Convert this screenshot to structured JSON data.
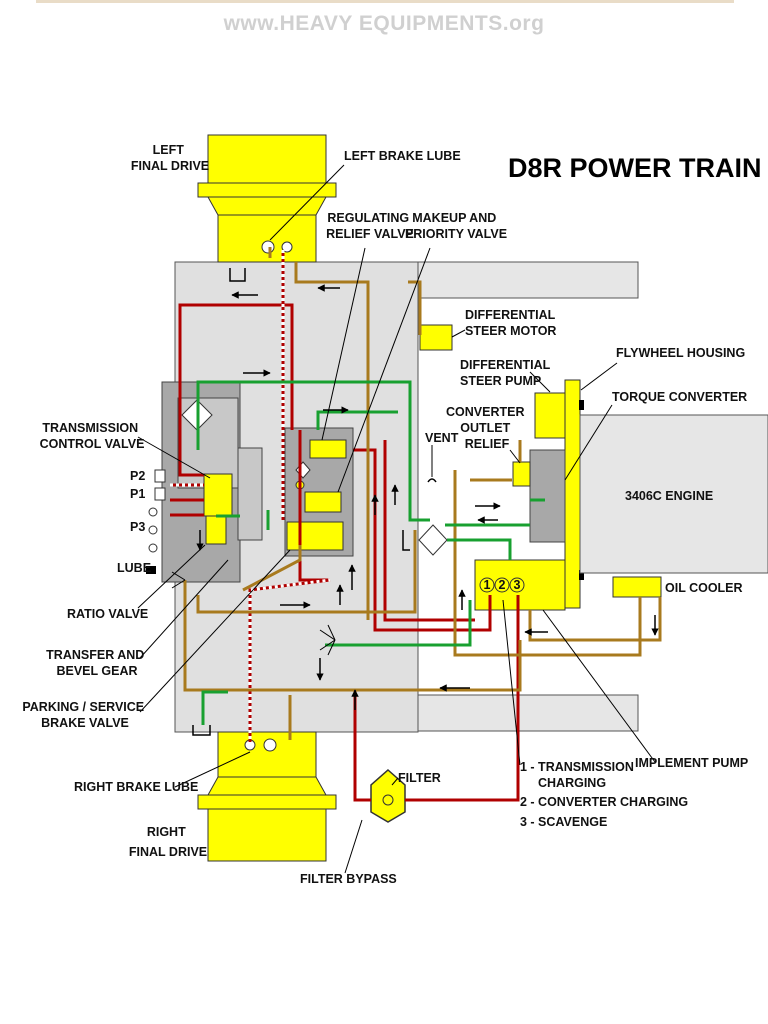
{
  "watermark": "www.HEAVY EQUIPMENTS.org",
  "title": "D8R POWER TRAIN",
  "labels": {
    "left_final_drive": [
      "LEFT",
      "FINAL DRIVE"
    ],
    "left_brake_lube": "LEFT BRAKE LUBE",
    "regulating_relief_valve": [
      "REGULATING",
      "RELIEF VALVE"
    ],
    "makeup_priority_valve": [
      "MAKEUP AND",
      "PRIORITY VALVE"
    ],
    "differential_steer_motor": [
      "DIFFERENTIAL",
      "STEER MOTOR"
    ],
    "differential_steer_pump": [
      "DIFFERENTIAL",
      "STEER PUMP"
    ],
    "flywheel_housing": "FLYWHEEL HOUSING",
    "torque_converter": "TORQUE CONVERTER",
    "converter_outlet_relief": [
      "CONVERTER",
      "OUTLET",
      "RELIEF"
    ],
    "vent": "VENT",
    "engine": "3406C ENGINE",
    "oil_cooler": "OIL COOLER",
    "transmission_control_valve": [
      "TRANSMISSION",
      "CONTROL VALVE"
    ],
    "p2": "P2",
    "p1": "P1",
    "p3": "P3",
    "lube": "LUBE",
    "ratio_valve": "RATIO VALVE",
    "transfer_bevel_gear": [
      "TRANSFER AND",
      "BEVEL GEAR"
    ],
    "parking_service_brake_valve": [
      "PARKING / SERVICE",
      "BRAKE VALVE"
    ],
    "right_brake_lube": "RIGHT BRAKE LUBE",
    "filter": "FILTER",
    "right_final_drive": [
      "RIGHT",
      "FINAL DRIVE"
    ],
    "filter_bypass": "FILTER BYPASS",
    "implement_pump": "IMPLEMENT PUMP",
    "pump_legend": [
      "1 - TRANSMISSION",
      "CHARGING",
      "2 - CONVERTER CHARGING",
      "3 -  SCAVENGE"
    ],
    "pump_numbers": [
      "1",
      "2",
      "3"
    ]
  },
  "colors": {
    "component_yellow": "#ffff00",
    "housing_gray": "#e0e0e0",
    "valve_gray": "#a8a8a8",
    "pressure_red": "#b00000",
    "lube_brown": "#a87a1e",
    "pilot_green": "#18a030",
    "drain_black": "#000000"
  }
}
